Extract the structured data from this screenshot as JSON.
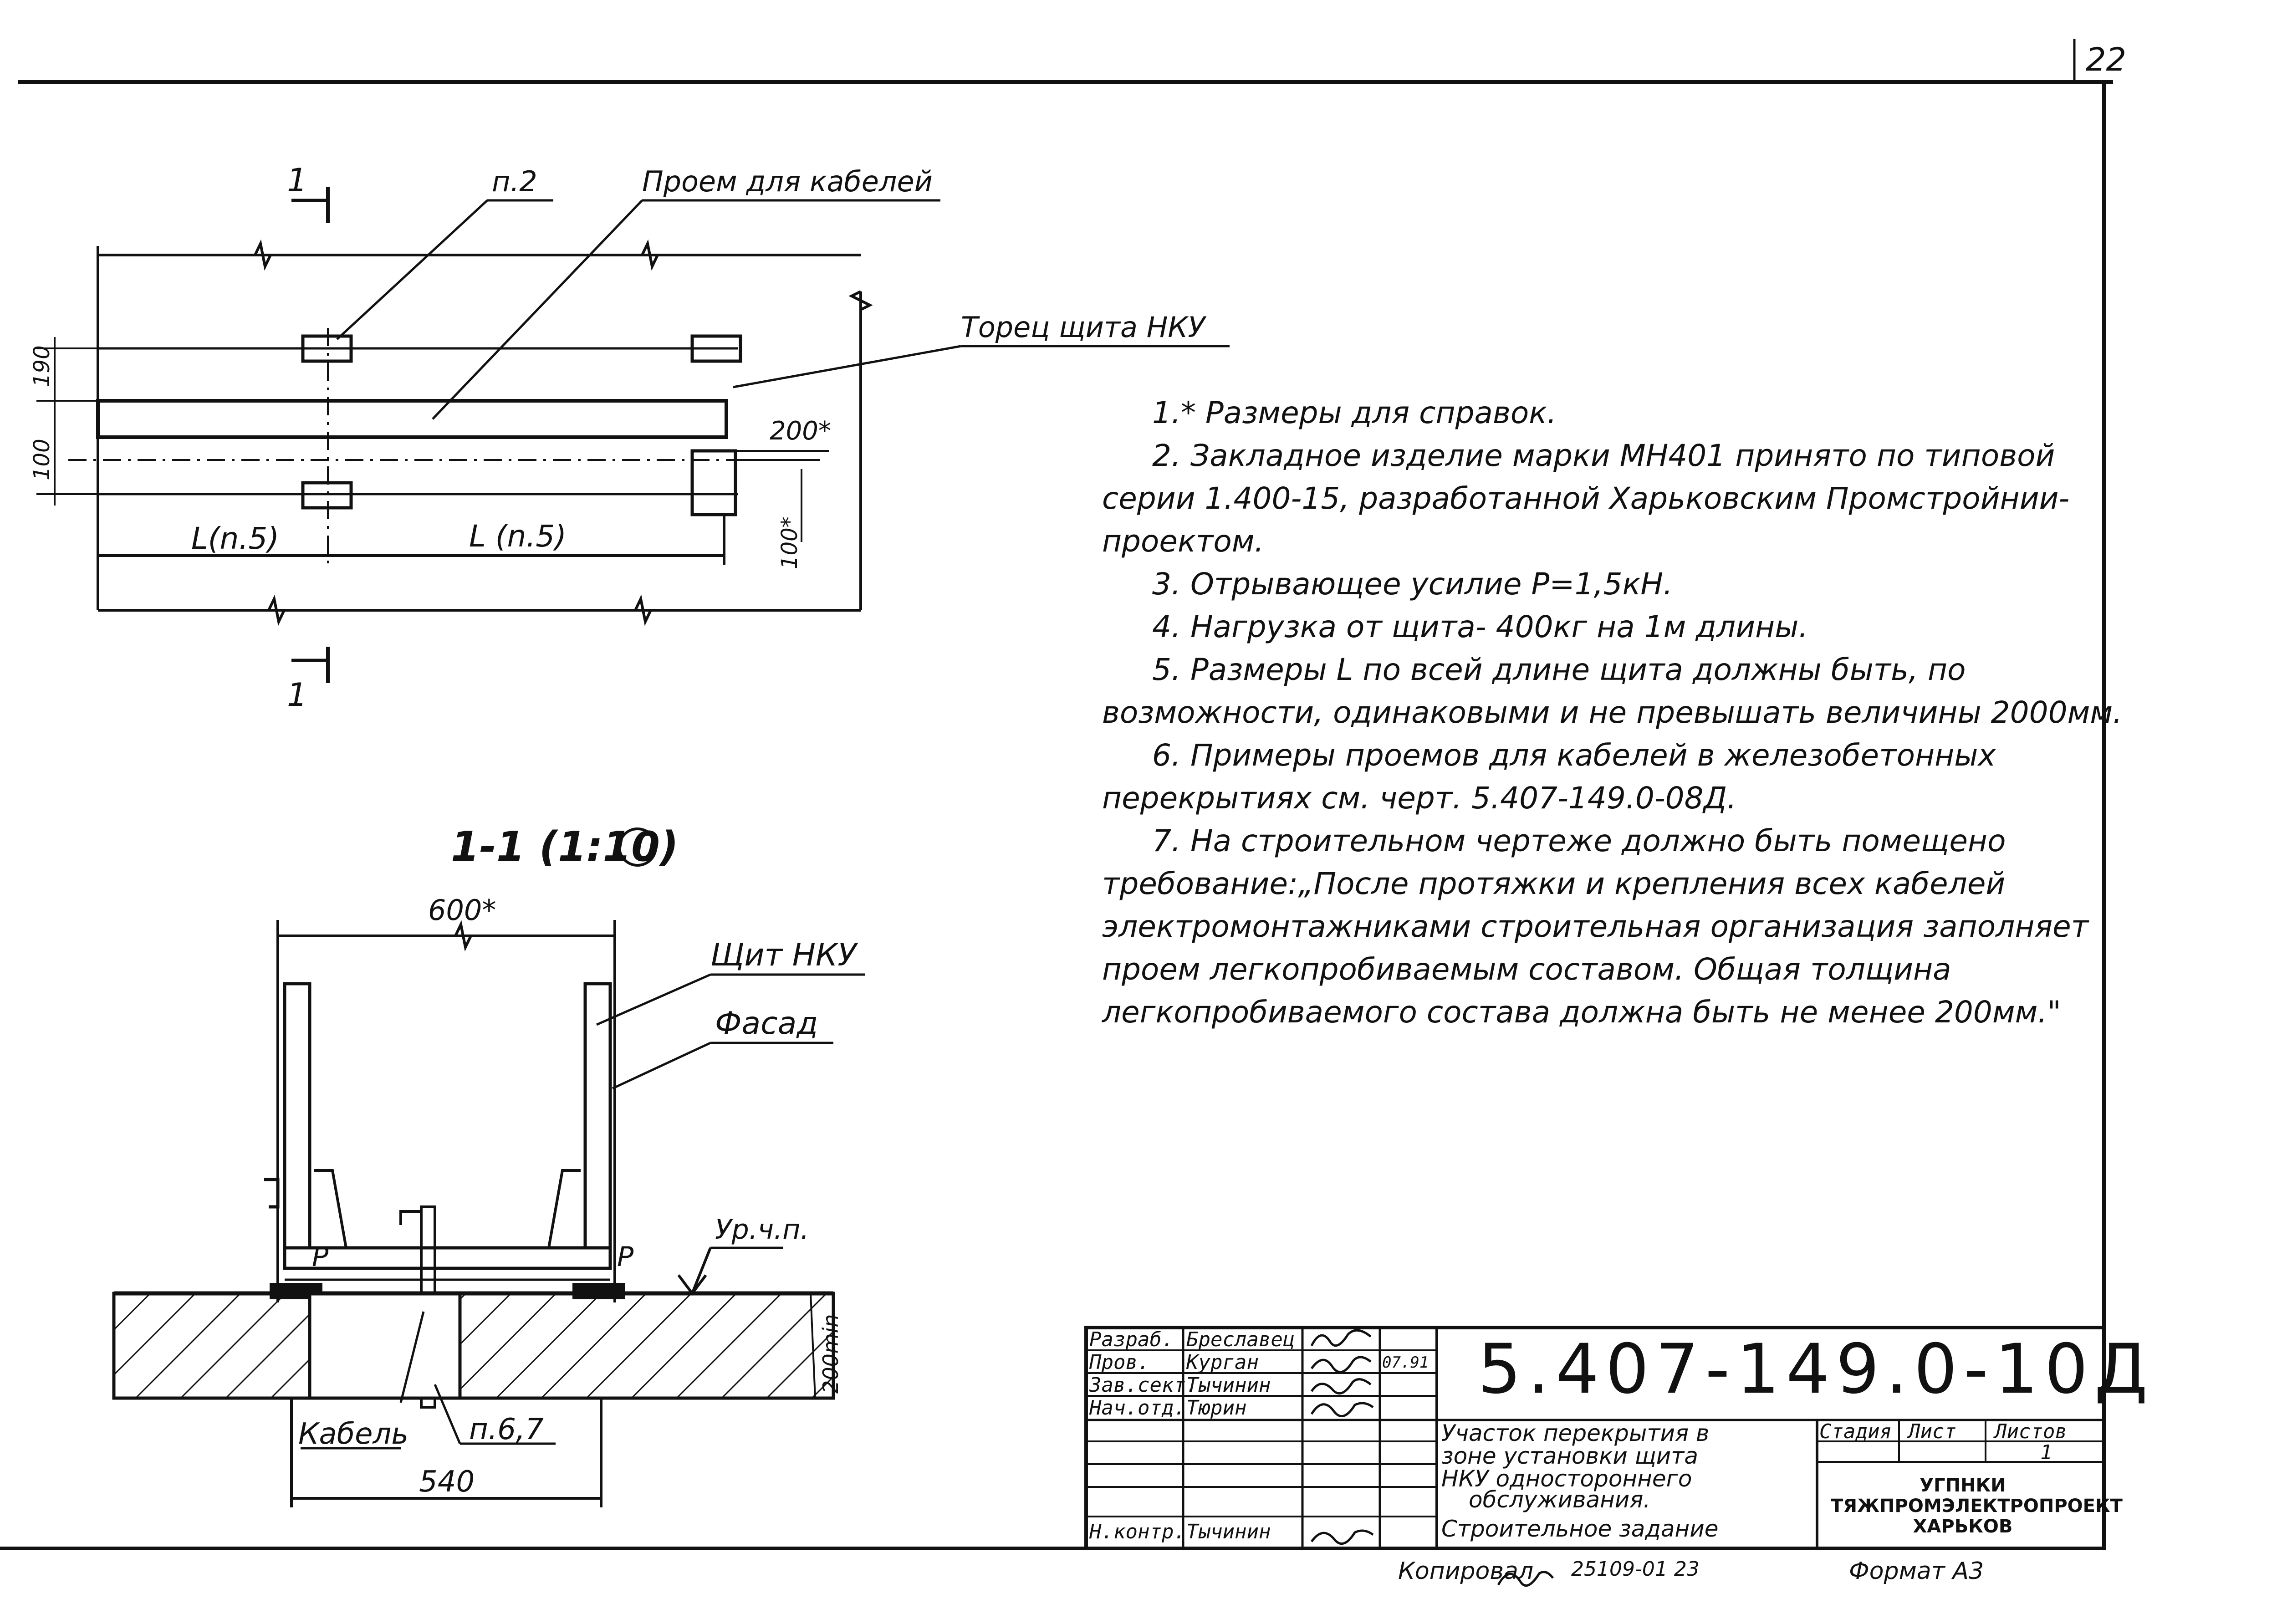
{
  "sheet_number": "22",
  "plan": {
    "section_mark": "1",
    "label_item2": "п.2",
    "label_opening": "Проем для кабелей",
    "label_end": "Торец щита НКУ",
    "dim_190": "190",
    "dim_100_left": "100",
    "dim_200": "200*",
    "dim_100_right": "100*",
    "label_L_left": "L(n.5)",
    "label_L_right": "L (n.5)"
  },
  "section": {
    "title": "1-1 (1:10)",
    "dim_600": "600*",
    "label_panel": "Щит НКУ",
    "label_facade": "Фасад",
    "label_floor": "Ур.ч.п.",
    "label_P_left": "P",
    "label_P_right": "P",
    "dim_200min": "200min",
    "label_cable": "Кабель",
    "label_item67": "п.6,7",
    "dim_540": "540"
  },
  "notes": [
    "1.* Размеры для справок.",
    "2. Закладное изделие марки МН401 принято по типовой серии 1.400-15, разработанной Харьковским Промстройнии-проектом.",
    "3. Отрывающее усилие P=1,5кН.",
    "4. Нагрузка от щита- 400кг на 1м длины.",
    "5. Размеры L по всей длине щита должны быть, по возможности, одинаковыми и не превышать величины 2000мм.",
    "6. Примеры проемов для кабелей в железобетонных перекрытиях см. черт. 5.407-149.0-08Д.",
    "7. На строительном чертеже должно быть помещено требование:„После протяжки и крепления всех кабелей электромонтажниками строительная организация заполняет проем легкопробиваемым составом. Общая толщина легкопробиваемого состава должна быть не менее 200мм.\""
  ],
  "title_block": {
    "rows": [
      {
        "role": "Разраб.",
        "name": "Бреславец"
      },
      {
        "role": "Пров.",
        "name": "Курган"
      },
      {
        "role": "Зав.сект.",
        "name": "Тычинин"
      },
      {
        "role": "Нач.отд.",
        "name": "Тюрин"
      },
      {
        "role": "",
        "name": ""
      },
      {
        "role": "",
        "name": ""
      },
      {
        "role": "Н.контр.",
        "name": "Тычинин"
      }
    ],
    "date": "07.91",
    "code": "5.407-149.0-10Д",
    "description": [
      "Участок перекрытия в",
      "зоне установки щита",
      "НКУ одностороннего",
      "обслуживания.",
      "Строительное задание"
    ],
    "stage_label": "Стадия",
    "sheet_label": "Лист",
    "sheets_label": "Листов",
    "sheets_value": "1",
    "org": [
      "УГПНКИ",
      "ТЯЖПРОМЭЛЕКТРОПРОЕКТ",
      "ХАРЬКОВ"
    ]
  },
  "footer": {
    "copied": "Копировал",
    "order": "25109-01 23",
    "format": "Формат А3"
  }
}
